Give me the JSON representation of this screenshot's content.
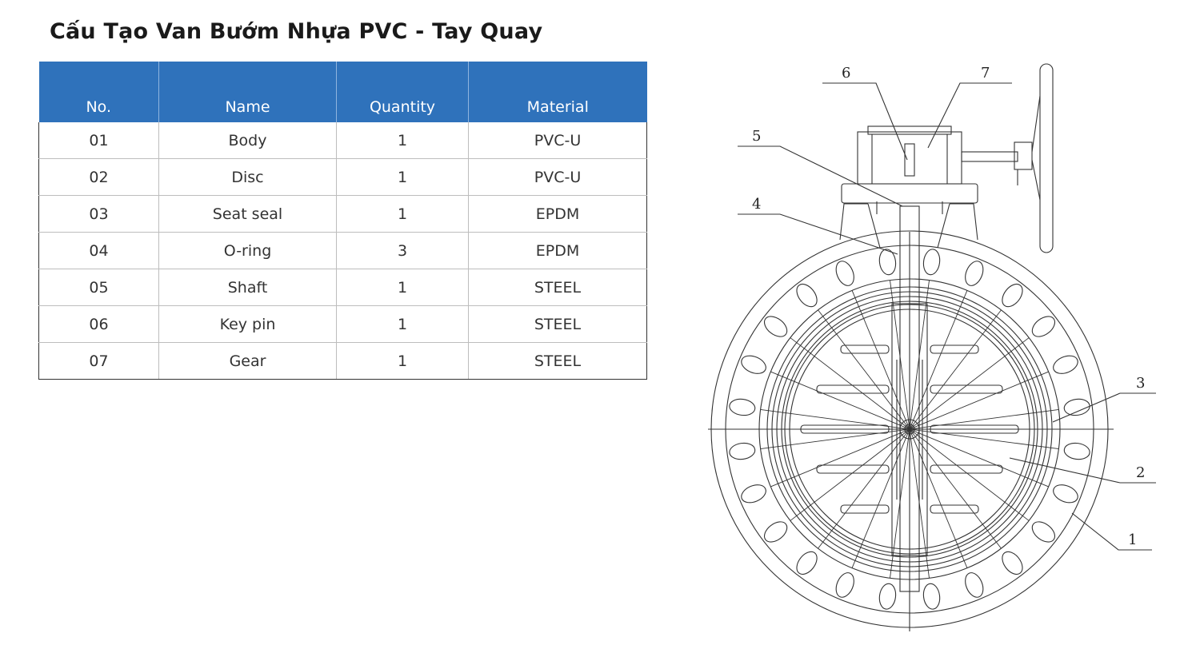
{
  "page": {
    "title": "Cấu Tạo Van Bướm Nhựa PVC - Tay Quay"
  },
  "table": {
    "headers": [
      "No.",
      "Name",
      "Quantity",
      "Material"
    ],
    "rows": [
      [
        "01",
        "Body",
        "1",
        "PVC-U"
      ],
      [
        "02",
        "Disc",
        "1",
        "PVC-U"
      ],
      [
        "03",
        "Seat seal",
        "1",
        "EPDM"
      ],
      [
        "04",
        "O-ring",
        "3",
        "EPDM"
      ],
      [
        "05",
        "Shaft",
        "1",
        "STEEL"
      ],
      [
        "06",
        "Key pin",
        "1",
        "STEEL"
      ],
      [
        "07",
        "Gear",
        "1",
        "STEEL"
      ]
    ]
  },
  "diagram": {
    "callouts": [
      "6",
      "7",
      "5",
      "4",
      "3",
      "2",
      "1"
    ]
  }
}
